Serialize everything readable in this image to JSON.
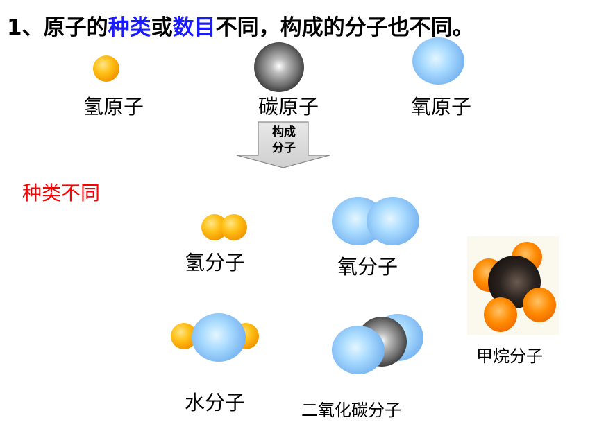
{
  "title": {
    "prefix": "1、原子的",
    "kind": "种类",
    "or": "或",
    "number": "数目",
    "suffix": "不同，构成的分子也不同。"
  },
  "atoms": {
    "hydrogen": "氢原子",
    "carbon": "碳原子",
    "oxygen": "氧原子"
  },
  "arrow": {
    "line1": "构成",
    "line2": "分子"
  },
  "kind_diff_label": "种类不同",
  "molecules": {
    "hydrogen": "氢分子",
    "oxygen": "氧分子",
    "water": "水分子",
    "carbon_dioxide": "二氧化碳分子",
    "methane": "甲烷分子"
  },
  "colors": {
    "highlight": "#1a1aff",
    "red_label": "#ff0000",
    "hydrogen_atom": "#ffc21a",
    "oxygen_atom": "#8cc8f8",
    "carbon_atom": "#3a3a3a"
  }
}
